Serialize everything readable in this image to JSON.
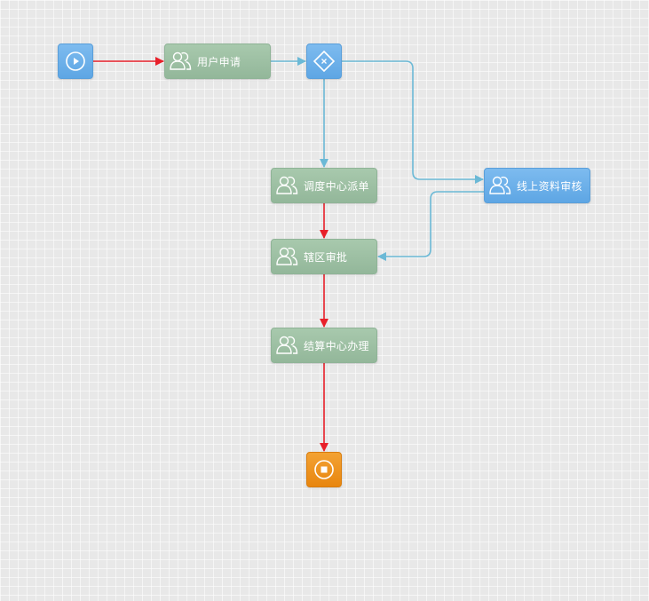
{
  "diagram": {
    "nodes": [
      {
        "id": "start",
        "type": "start",
        "icon": "play-circle-icon"
      },
      {
        "id": "apply",
        "type": "task",
        "label": "用户申请",
        "icon": "users-icon"
      },
      {
        "id": "gateway",
        "type": "gateway",
        "icon": "diamond-x-icon"
      },
      {
        "id": "dispatch",
        "type": "task",
        "label": "调度中心派单",
        "icon": "users-icon"
      },
      {
        "id": "online",
        "type": "task",
        "label": "线上资料审核",
        "icon": "users-icon",
        "highlighted": true
      },
      {
        "id": "district",
        "type": "task",
        "label": "辖区审批",
        "icon": "users-icon"
      },
      {
        "id": "settle",
        "type": "task",
        "label": "结算中心办理",
        "icon": "users-icon"
      },
      {
        "id": "end",
        "type": "end",
        "icon": "stop-circle-icon"
      }
    ],
    "edges": [
      {
        "id": "e-start-apply",
        "from": "start",
        "to": "apply",
        "color": "#e8202a"
      },
      {
        "id": "e-apply-gateway",
        "from": "apply",
        "to": "gateway",
        "color": "#6bb9d6"
      },
      {
        "id": "e-gateway-dispatch",
        "from": "gateway",
        "to": "dispatch",
        "color": "#6bb9d6"
      },
      {
        "id": "e-gateway-online",
        "from": "gateway",
        "to": "online",
        "color": "#6bb9d6"
      },
      {
        "id": "e-dispatch-district",
        "from": "dispatch",
        "to": "district",
        "color": "#e8202a"
      },
      {
        "id": "e-online-district",
        "from": "online",
        "to": "district",
        "color": "#6bb9d6"
      },
      {
        "id": "e-district-settle",
        "from": "district",
        "to": "settle",
        "color": "#e8202a"
      },
      {
        "id": "e-settle-end",
        "from": "settle",
        "to": "end",
        "color": "#e8202a"
      }
    ]
  },
  "colors": {
    "task_green": "#9dbfa3",
    "task_blue": "#6cb0ea",
    "start_blue": "#6cb0ea",
    "end_orange": "#ee9320",
    "edge_red": "#e8202a",
    "edge_blue": "#6bb9d6"
  }
}
